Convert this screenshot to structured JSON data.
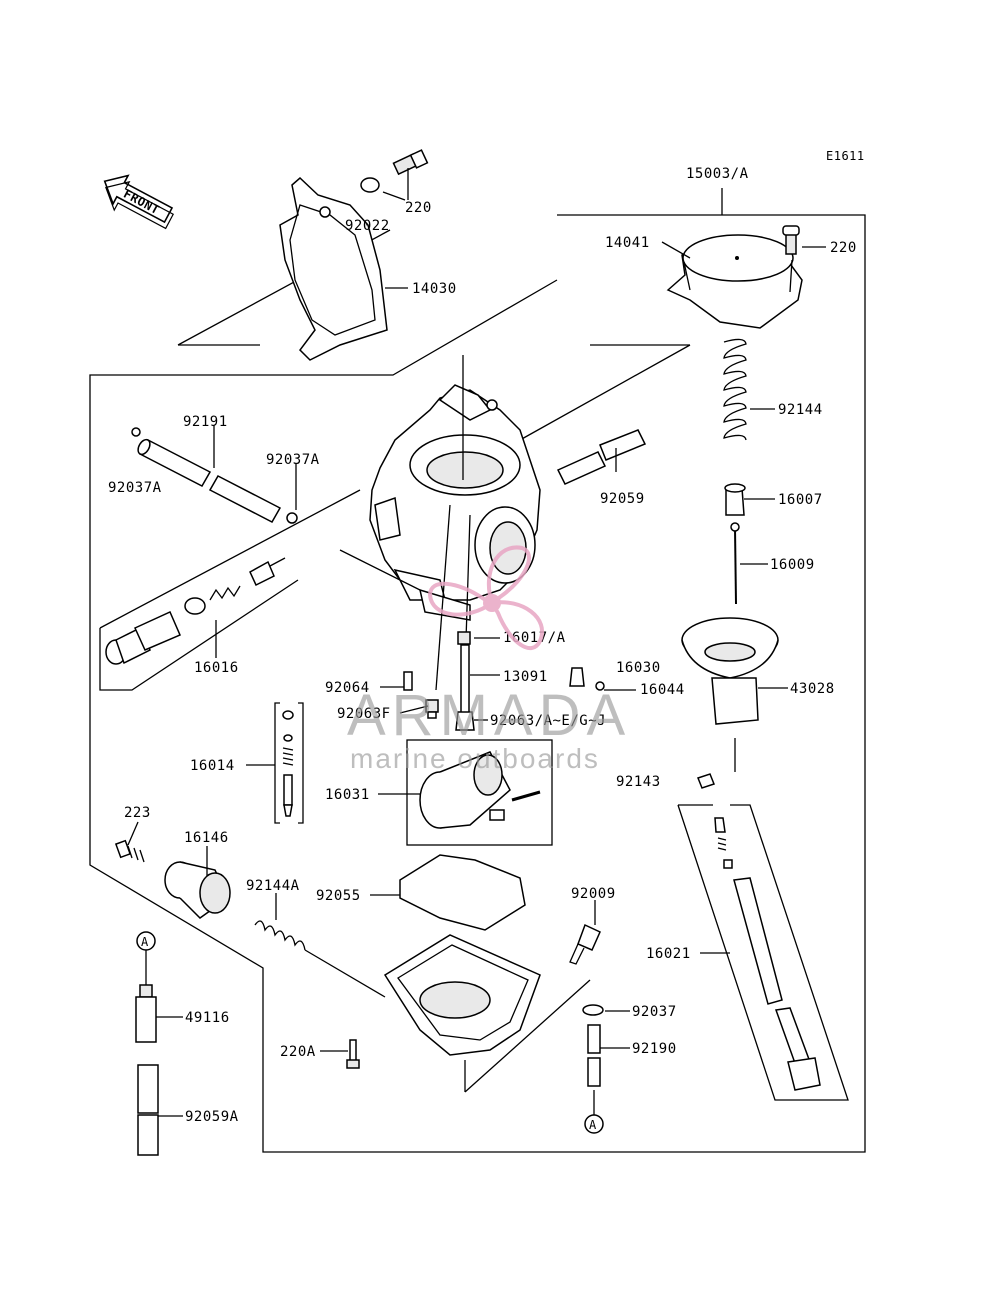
{
  "diagram_code": "E1611",
  "front_label": "FRONT",
  "watermark": {
    "brand": "ARMADA",
    "tagline": "marine outboards",
    "logo_color": "#e8a6c4"
  },
  "callouts": {
    "p15003A": "15003/A",
    "p220_top": "220",
    "p92022": "92022",
    "p220_right": "220",
    "p14030": "14030",
    "p14041": "14041",
    "p92144": "92144",
    "p92191": "92191",
    "p92037A_right": "92037A",
    "p92037A_left": "92037A",
    "p92059": "92059",
    "p16007": "16007",
    "p16009": "16009",
    "p16016": "16016",
    "p16017A": "16017/A",
    "p16030": "16030",
    "p13091": "13091",
    "p16044": "16044",
    "p92064": "92064",
    "p43028": "43028",
    "p92063F": "92063F",
    "p92063A": "92063/A~E/G~J",
    "p16014": "16014",
    "p92143": "92143",
    "p16031": "16031",
    "p223": "223",
    "p16146": "16146",
    "p92144A": "92144A",
    "p92055": "92055",
    "p92009": "92009",
    "p16021": "16021",
    "pA_top": "A",
    "p49116": "49116",
    "p92037": "92037",
    "p220A": "220A",
    "p92190": "92190",
    "p92059A": "92059A",
    "pA_bottom": "A"
  }
}
